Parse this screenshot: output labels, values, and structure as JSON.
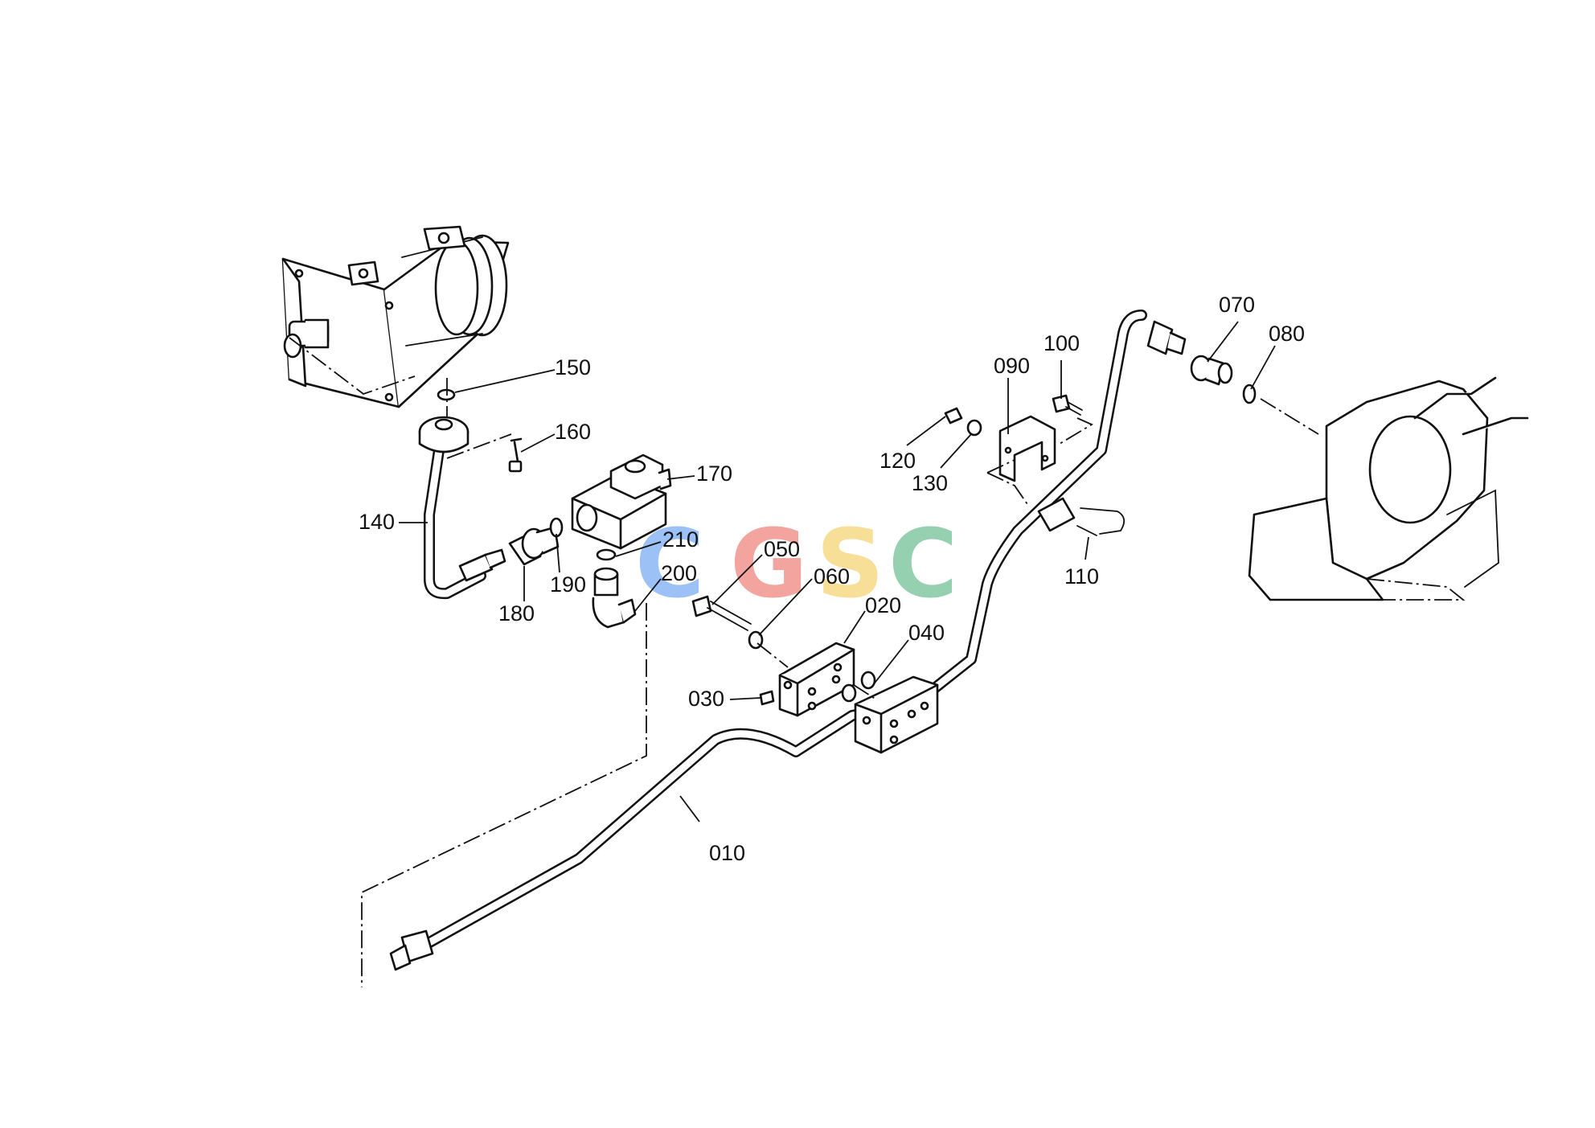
{
  "callouts": {
    "p010": "010",
    "p020": "020",
    "p030": "030",
    "p040": "040",
    "p050": "050",
    "p060": "060",
    "p070": "070",
    "p080": "080",
    "p090": "090",
    "p100": "100",
    "p110": "110",
    "p120": "120",
    "p130": "130",
    "p140": "140",
    "p150": "150",
    "p160": "160",
    "p170": "170",
    "p180": "180",
    "p190": "190",
    "p200": "200",
    "p210": "210"
  },
  "watermark": {
    "letters": [
      "C",
      "G",
      "S",
      "C"
    ],
    "colors": [
      "#7fb0f5",
      "#f08b84",
      "#f7d77a",
      "#78c49a"
    ]
  }
}
